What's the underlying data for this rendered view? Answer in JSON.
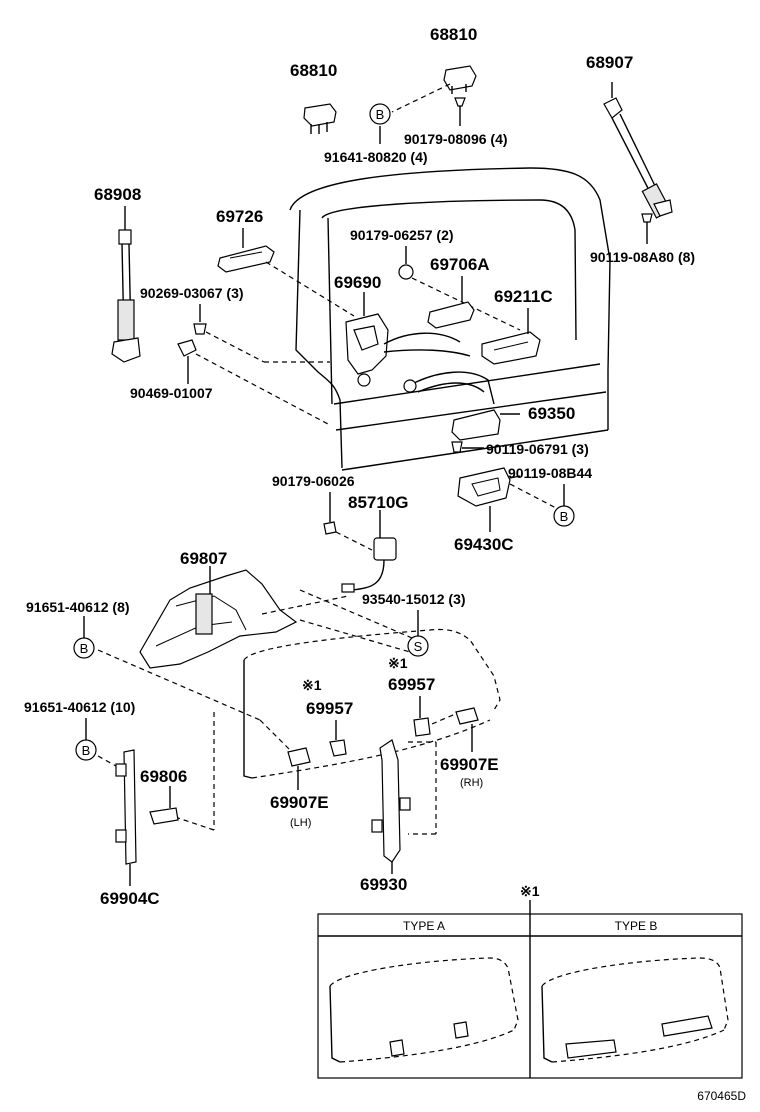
{
  "labels": {
    "p68810_a": "68810",
    "p68810_b": "68810",
    "p68907": "68907",
    "p90179_08096": "90179-08096 (4)",
    "p91641_80820": "91641-80820 (4)",
    "p68908": "68908",
    "p69726": "69726",
    "p90179_06257": "90179-06257 (2)",
    "p69706A": "69706A",
    "p90119_08A80": "90119-08A80 (8)",
    "p90269_03067": "90269-03067 (3)",
    "p69690": "69690",
    "p69211C": "69211C",
    "p90469_01007": "90469-01007",
    "p69350": "69350",
    "p90119_06791": "90119-06791 (3)",
    "p90119_08B44": "90119-08B44",
    "p90179_06026": "90179-06026",
    "p85710G": "85710G",
    "p69430C": "69430C",
    "p69807": "69807",
    "p91651_40612_8": "91651-40612 (8)",
    "p93540_15012": "93540-15012 (3)",
    "p69957_r": "69957",
    "p69957_l": "69957",
    "mark_r": "※1",
    "mark_l": "※1",
    "mark_box": "※1",
    "p91651_40612_10": "91651-40612 (10)",
    "p69806": "69806",
    "p69907E_lh": "69907E",
    "lh": "(LH)",
    "p69907E_rh": "69907E",
    "rh": "(RH)",
    "p69930": "69930",
    "p69904C": "69904C"
  },
  "callouts": {
    "b1": "B",
    "b2": "B",
    "b3": "B",
    "b4": "B",
    "s1": "S"
  },
  "type_table": {
    "type_a": "TYPE A",
    "type_b": "TYPE B"
  },
  "diagram_code": "670465D"
}
